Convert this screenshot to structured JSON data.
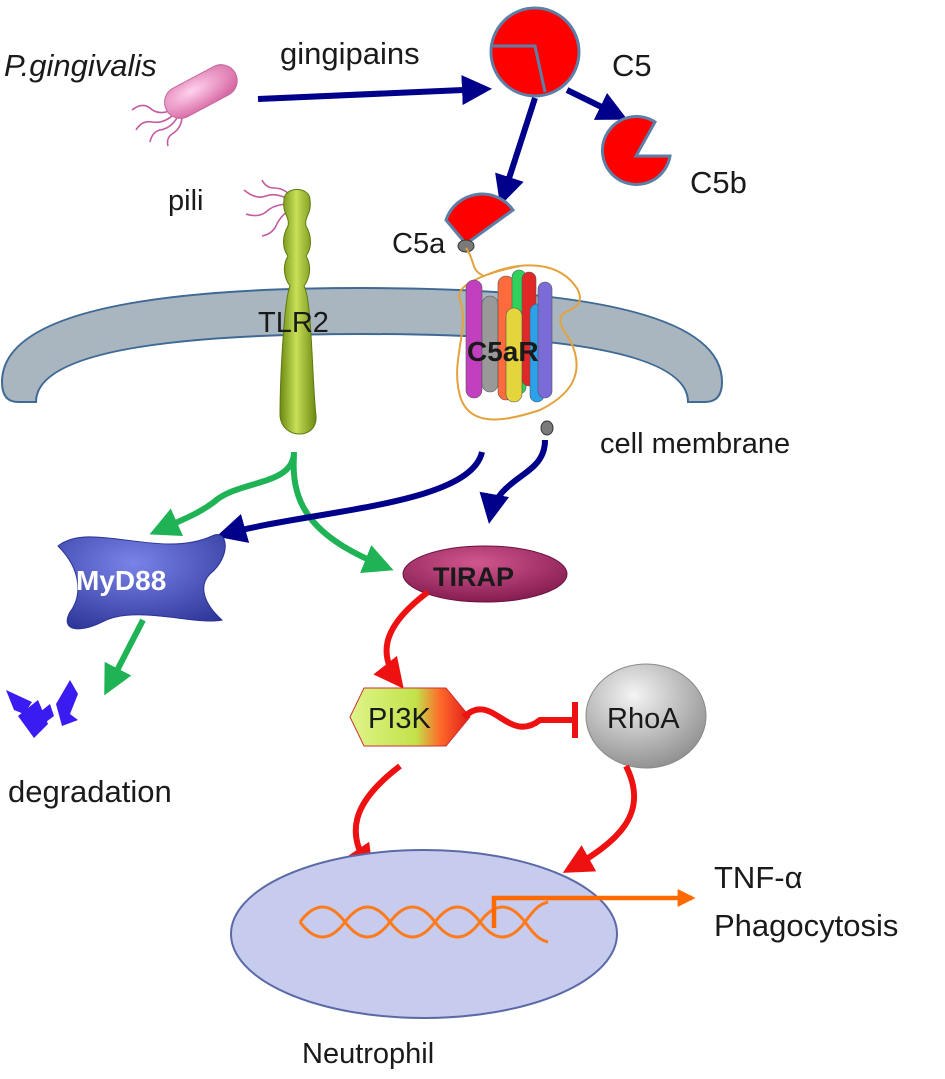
{
  "labels": {
    "pathogen": "P.gingivalis",
    "gingipains": "gingipains",
    "c5": "C5",
    "c5b": "C5b",
    "c5a": "C5a",
    "pili": "pili",
    "tlr2": "TLR2",
    "c5ar": "C5aR",
    "cell_membrane": "cell membrane",
    "myd88": "MyD88",
    "tirap": "TIRAP",
    "pi3k": "PI3K",
    "rhoa": "RhoA",
    "degradation": "degradation",
    "tnf": "TNF-α",
    "phagocytosis": "Phagocytosis",
    "neutrophil": "Neutrophil"
  },
  "colors": {
    "complement_red": "#ff0000",
    "complement_stroke": "#5b7fa6",
    "blue_arrow": "#00008b",
    "green_arrow": "#1fb356",
    "red_arrow": "#ee1111",
    "orange_arrow": "#ff6a00",
    "membrane_fill": "#aab6bf",
    "membrane_stroke": "#3f6a96",
    "nucleus_fill": "#c7cbee",
    "nucleus_stroke": "#5b6aa6",
    "myd88_fill": "#3a44b8",
    "tirap_fill": "#a8296b",
    "fragment_fill": "#3a1cf2"
  }
}
